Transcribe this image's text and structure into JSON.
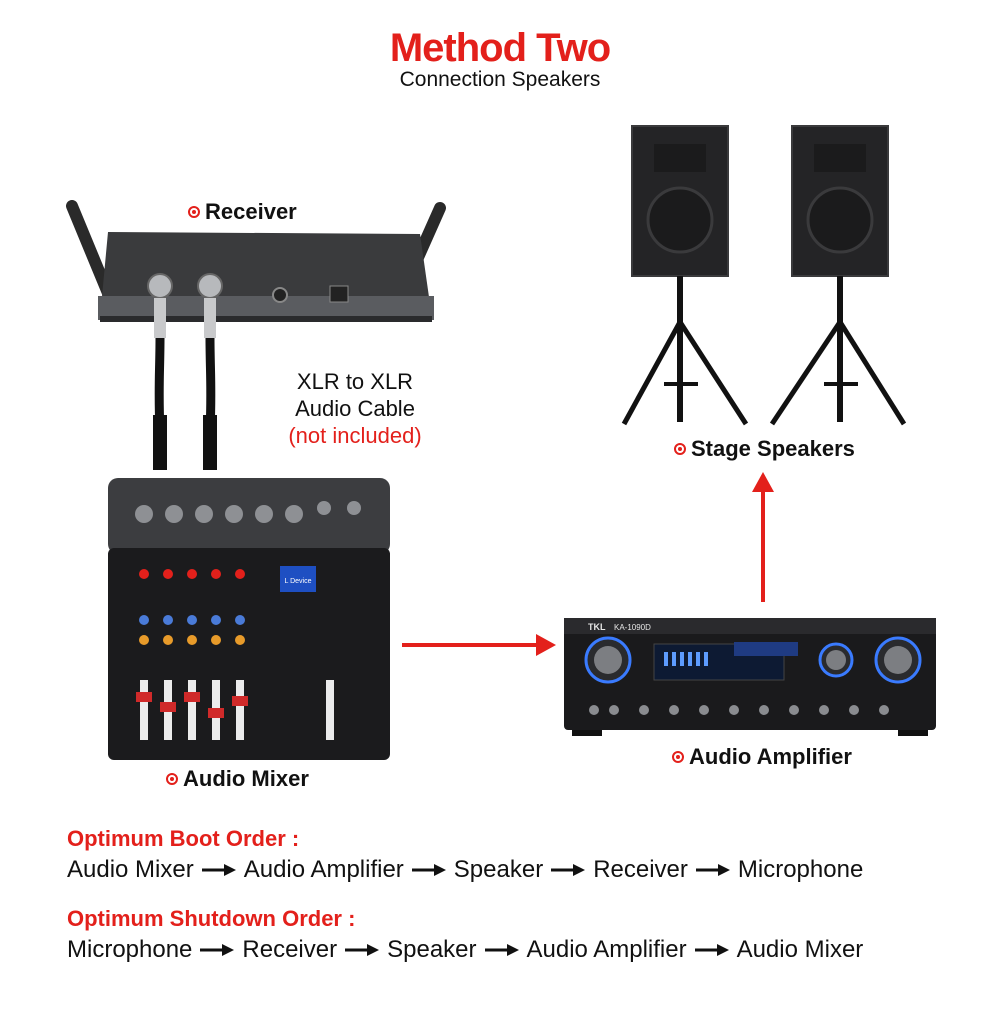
{
  "header": {
    "title": "Method Two",
    "subtitle": "Connection Speakers"
  },
  "devices": {
    "receiver": {
      "label": "Receiver"
    },
    "mixer": {
      "label": "Audio Mixer",
      "screen_text": "L Device"
    },
    "amplifier": {
      "label": "Audio Amplifier",
      "brand": "TKL",
      "model": "KA-1090D"
    },
    "speakers": {
      "label": "Stage Speakers"
    }
  },
  "cable": {
    "line1": "XLR to XLR",
    "line2": "Audio Cable",
    "note": "(not included)"
  },
  "boot_order": {
    "title": "Optimum Boot Order :",
    "steps": [
      "Audio Mixer",
      "Audio Amplifier",
      "Speaker",
      "Receiver",
      "Microphone"
    ]
  },
  "shutdown_order": {
    "title": "Optimum Shutdown Order :",
    "steps": [
      "Microphone",
      "Receiver",
      "Speaker",
      "Audio Amplifier",
      "Audio Mixer"
    ]
  },
  "colors": {
    "accent": "#e3201b",
    "text": "#111111",
    "device_dark": "#1b1b1d"
  }
}
